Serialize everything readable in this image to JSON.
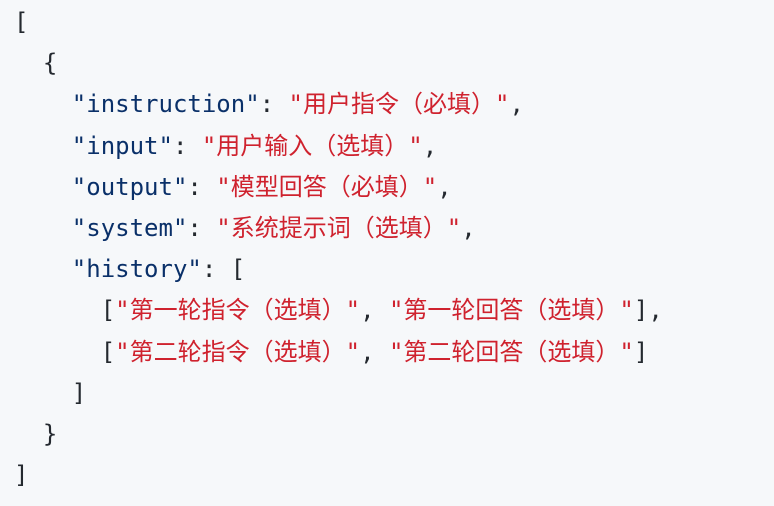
{
  "code": {
    "lines": [
      {
        "indent": "",
        "open": "["
      },
      {
        "indent": "  ",
        "open": "{"
      },
      {
        "indent": "    ",
        "key": "\"instruction\"",
        "sep": ": ",
        "value": "\"用户指令（必填）\"",
        "tail": ","
      },
      {
        "indent": "    ",
        "key": "\"input\"",
        "sep": ": ",
        "value": "\"用户输入（选填）\"",
        "tail": ","
      },
      {
        "indent": "    ",
        "key": "\"output\"",
        "sep": ": ",
        "value": "\"模型回答（必填）\"",
        "tail": ","
      },
      {
        "indent": "    ",
        "key": "\"system\"",
        "sep": ": ",
        "value": "\"系统提示词（选填）\"",
        "tail": ","
      },
      {
        "indent": "    ",
        "key": "\"history\"",
        "sep": ": ",
        "open": "["
      },
      {
        "indent": "      ",
        "open": "[",
        "s1": "\"第一轮指令（选填）\"",
        "mid": ", ",
        "s2": "\"第一轮回答（选填）\"",
        "close": "],",
        "tail": ""
      },
      {
        "indent": "      ",
        "open": "[",
        "s1": "\"第二轮指令（选填）\"",
        "mid": ", ",
        "s2": "\"第二轮回答（选填）\"",
        "close": "]",
        "tail": ""
      },
      {
        "indent": "    ",
        "close": "]"
      },
      {
        "indent": "  ",
        "close": "}"
      },
      {
        "indent": "",
        "close": "]"
      }
    ]
  }
}
